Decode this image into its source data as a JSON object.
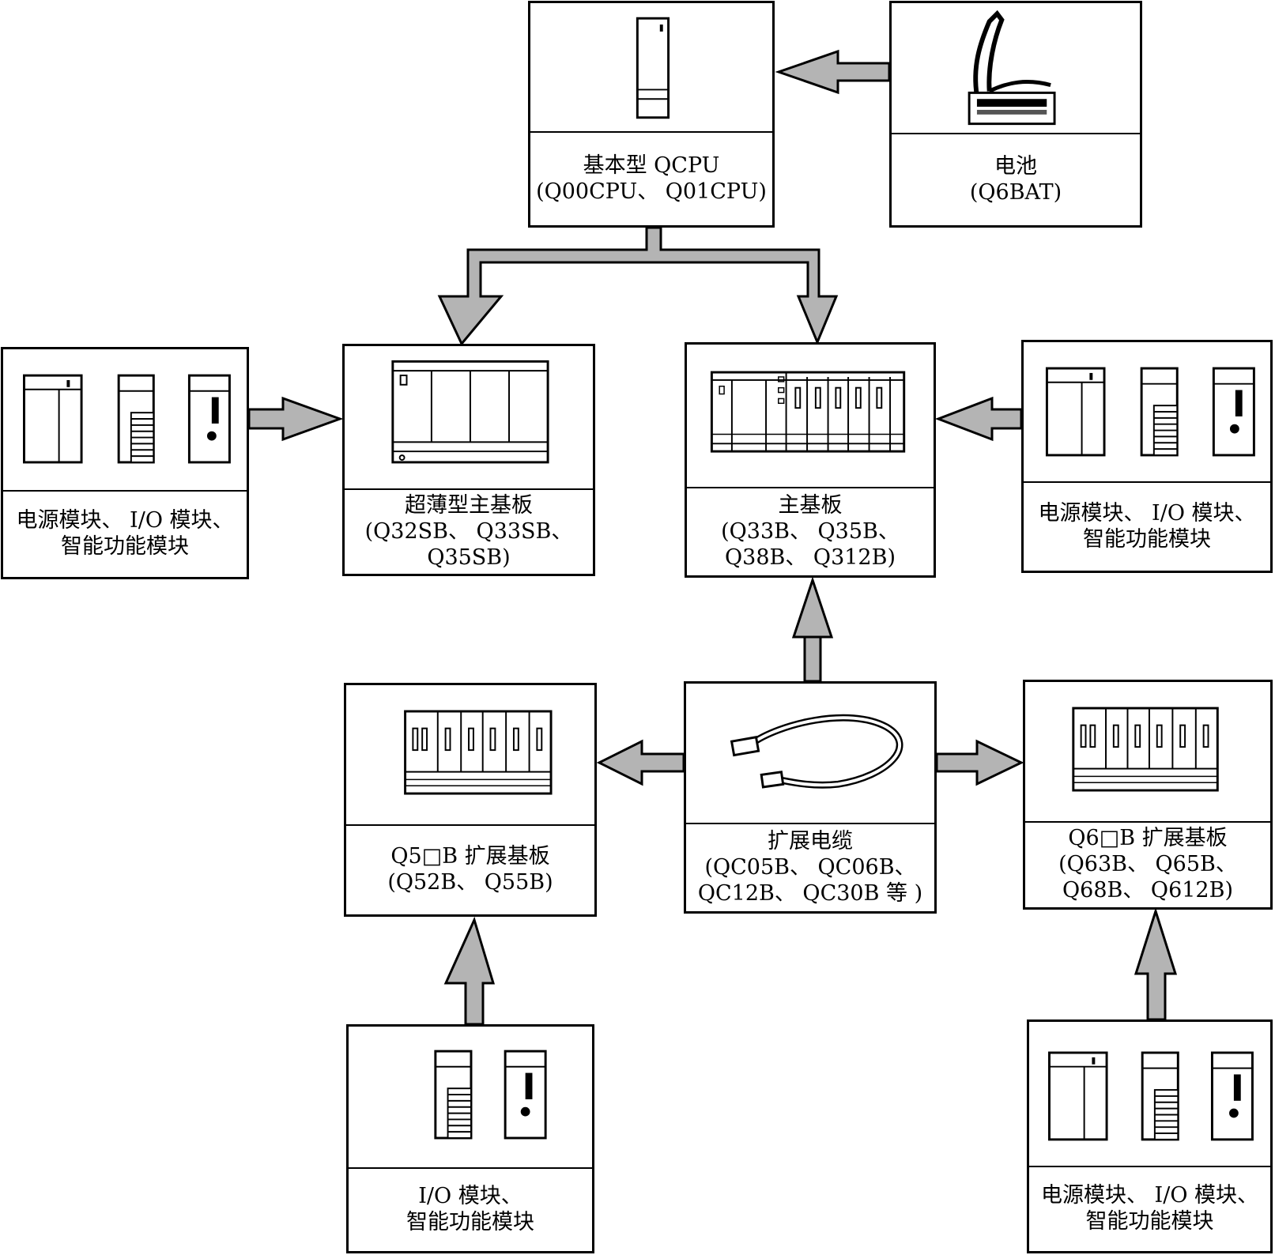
{
  "nodes": {
    "cpu": {
      "line1": "基本型 QCPU",
      "line2": "(Q00CPU、 Q01CPU)",
      "icon": "cpu-module"
    },
    "battery": {
      "line1": "电池",
      "line2": "(Q6BAT)",
      "icon": "battery-pack"
    },
    "slim_base": {
      "line1": "超薄型主基板",
      "line2": "(Q32SB、 Q33SB、",
      "line3": "Q35SB)",
      "icon": "slim-base-board"
    },
    "main_base": {
      "line1": "主基板",
      "line2": "(Q33B、 Q35B、",
      "line3": "Q38B、 Q312B)",
      "icon": "main-base-board"
    },
    "modules_left": {
      "line1": "电源模块、 I/O 模块、",
      "line2": "智能功能模块",
      "icon": "module-set"
    },
    "modules_right": {
      "line1": "电源模块、 I/O 模块、",
      "line2": "智能功能模块",
      "icon": "module-set"
    },
    "q5_base": {
      "line1": "Q5□B 扩展基板",
      "line2": "(Q52B、 Q55B)",
      "icon": "extension-base-board"
    },
    "cable": {
      "line1": "扩展电缆",
      "line2": "(QC05B、 QC06B、",
      "line3": "QC12B、 QC30B 等 )",
      "icon": "extension-cable"
    },
    "q6_base": {
      "line1": "Q6□B 扩展基板",
      "line2": "(Q63B、 Q65B、",
      "line3": "Q68B、 Q612B)",
      "icon": "extension-base-board"
    },
    "io_modules": {
      "line1": "I/O 模块、",
      "line2": "智能功能模块",
      "icon": "io-module-set"
    },
    "modules_bottom": {
      "line1": "电源模块、 I/O 模块、",
      "line2": "智能功能模块",
      "icon": "module-set"
    }
  },
  "edges": [
    {
      "from": "battery",
      "to": "cpu"
    },
    {
      "from": "cpu",
      "to": "slim_base"
    },
    {
      "from": "cpu",
      "to": "main_base"
    },
    {
      "from": "modules_left",
      "to": "slim_base"
    },
    {
      "from": "modules_right",
      "to": "main_base"
    },
    {
      "from": "cable",
      "to": "main_base"
    },
    {
      "from": "cable",
      "to": "q5_base"
    },
    {
      "from": "cable",
      "to": "q6_base"
    },
    {
      "from": "io_modules",
      "to": "q5_base"
    },
    {
      "from": "modules_bottom",
      "to": "q6_base"
    }
  ],
  "colors": {
    "arrow_fill": "#b4b4b4",
    "stroke": "#000000"
  }
}
